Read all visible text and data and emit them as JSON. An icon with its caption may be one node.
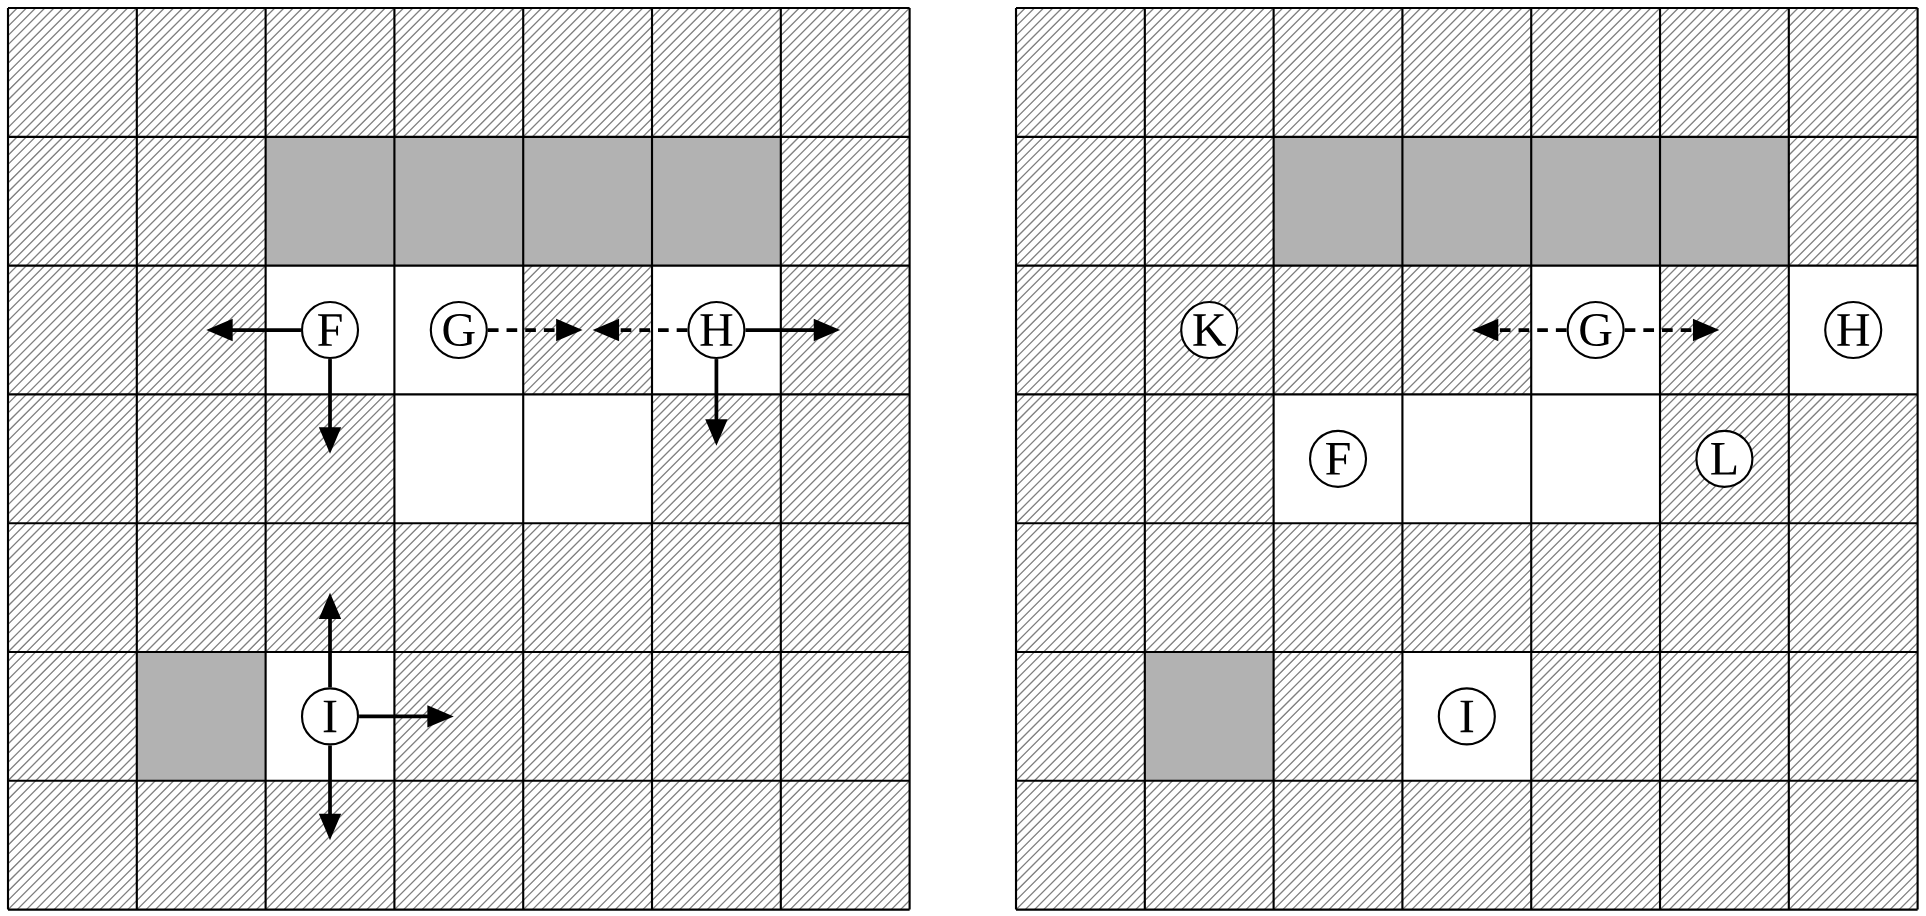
{
  "diagram": {
    "nodes": [
      {
        "text": [
          "F"
        ]
      },
      {
        "text": [
          "G"
        ]
      },
      {
        "text": [
          "H"
        ]
      },
      {
        "text": [
          "I"
        ]
      },
      {
        "text": [
          "K"
        ]
      },
      {
        "text": [
          "G"
        ]
      },
      {
        "text": [
          "H"
        ]
      },
      {
        "text": [
          "F"
        ]
      },
      {
        "text": [
          "L"
        ]
      },
      {
        "text": [
          "I"
        ]
      }
    ],
    "edges": [
      {
        "from": 0,
        "to": null,
        "arrow": "to"
      },
      {
        "from": 0,
        "to": null,
        "arrow": "to"
      },
      {
        "from": 1,
        "to": null,
        "arrow": "to",
        "style": "dashed"
      },
      {
        "from": 2,
        "to": null,
        "arrow": "to",
        "style": "dashed"
      },
      {
        "from": 2,
        "to": null,
        "arrow": "to"
      },
      {
        "from": 2,
        "to": null,
        "arrow": "to"
      },
      {
        "from": 3,
        "to": null,
        "arrow": "to"
      },
      {
        "from": 3,
        "to": null,
        "arrow": "to"
      },
      {
        "from": 3,
        "to": null,
        "arrow": "to"
      },
      {
        "from": 5,
        "to": null,
        "arrow": "to",
        "style": "dashed"
      },
      {
        "from": 5,
        "to": null,
        "arrow": "to",
        "style": "dashed"
      }
    ]
  }
}
